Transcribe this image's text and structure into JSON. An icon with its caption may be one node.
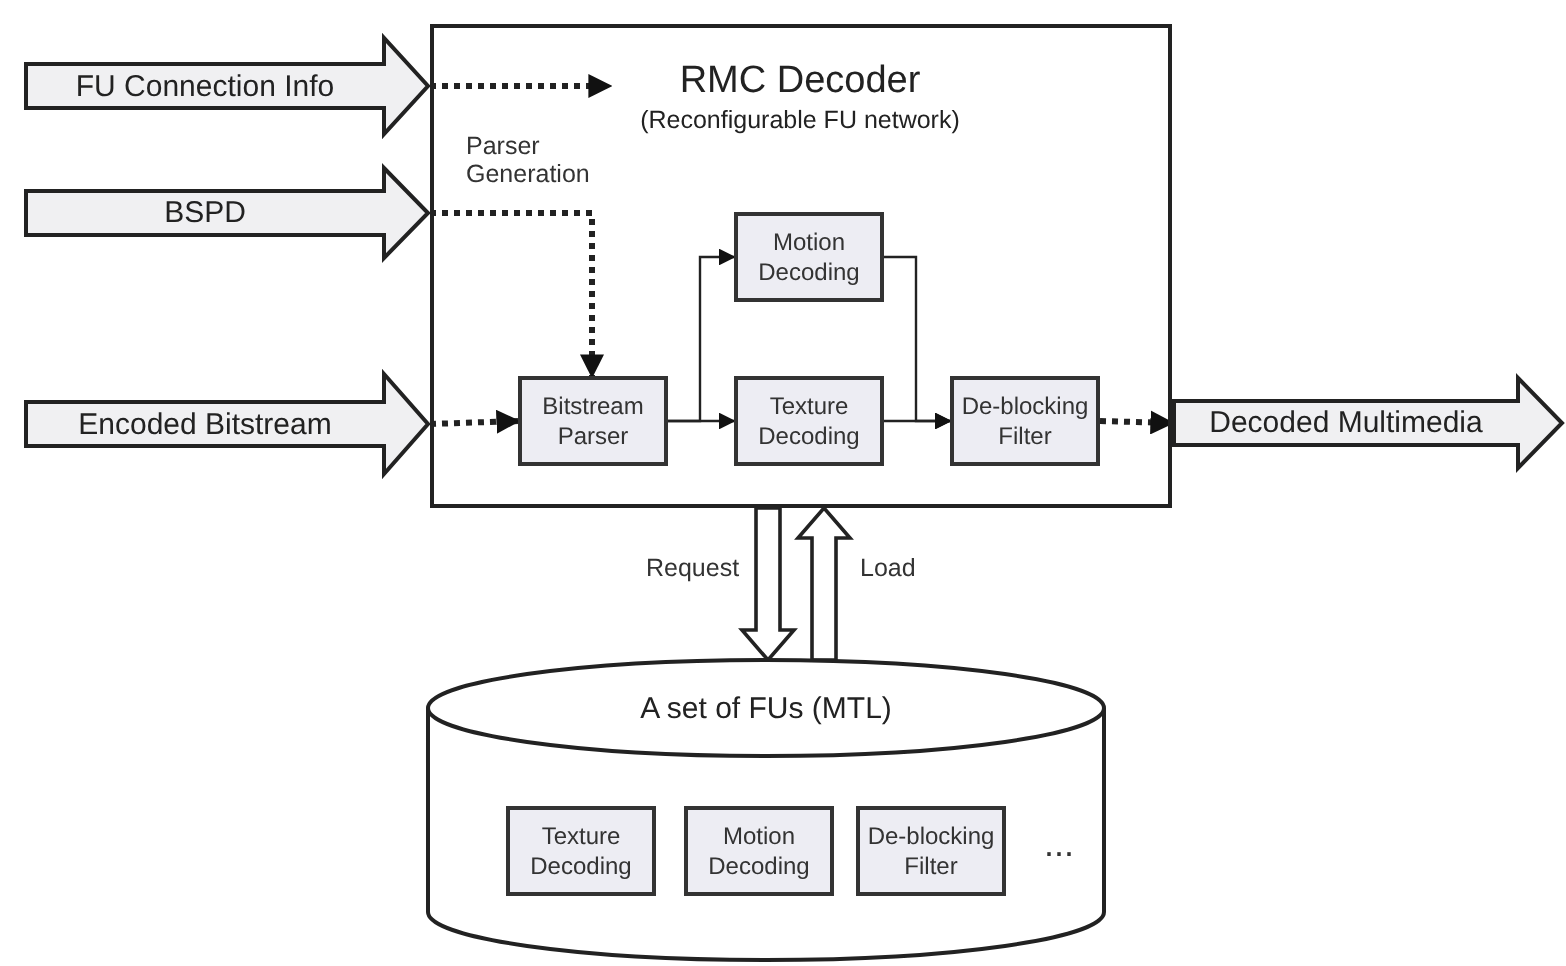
{
  "diagram": {
    "nodes": [
      {
        "text": [
          "FU Connection Info"
        ]
      },
      {
        "text": [
          "BSPD"
        ]
      },
      {
        "text": [
          "Encoded Bitstream"
        ]
      },
      {
        "text": [],
        "shape": "box"
      },
      {
        "text": [
          "RMC Decoder",
          "(Reconfigurable FU network)"
        ],
        "in": 3
      },
      {
        "text": [
          "Bitstream Parser"
        ],
        "in": 3
      },
      {
        "text": [
          "Motion Decoding"
        ],
        "in": 3
      },
      {
        "text": [
          "Texture Decoding"
        ],
        "in": 3
      },
      {
        "text": [
          "De-blocking Filter"
        ],
        "in": 3
      },
      {
        "text": [
          "Decoded Multimedia"
        ]
      },
      {
        "text": [
          "A set of FUs (MTL)"
        ]
      },
      {
        "text": [
          "Texture Decoding"
        ],
        "in": 10
      },
      {
        "text": [
          "Motion Decoding"
        ],
        "in": 10
      },
      {
        "text": [
          "De-blocking Filter"
        ],
        "in": 10
      }
    ],
    "edges": [
      {
        "from": 0,
        "to": 4,
        "arrow": "to",
        "style": "dashed"
      },
      {
        "from": 1,
        "to": 5,
        "arrow": "to",
        "style": "dashed",
        "label": "Parser Generation"
      },
      {
        "from": 2,
        "to": 5,
        "arrow": "to",
        "style": "dashed"
      },
      {
        "from": 5,
        "to": 6,
        "arrow": "to"
      },
      {
        "from": 5,
        "to": 7,
        "arrow": "to"
      },
      {
        "from": 6,
        "to": 8,
        "arrow": "to"
      },
      {
        "from": 7,
        "to": 8,
        "arrow": "to"
      },
      {
        "from": 8,
        "to": 9,
        "arrow": "to",
        "style": "dashed"
      },
      {
        "from": 3,
        "to": 10,
        "arrow": "to",
        "style": "thick",
        "label": "Request"
      },
      {
        "from": 10,
        "to": 3,
        "arrow": "to",
        "style": "thick",
        "label": "Load"
      }
    ],
    "labels": [
      "..."
    ]
  }
}
